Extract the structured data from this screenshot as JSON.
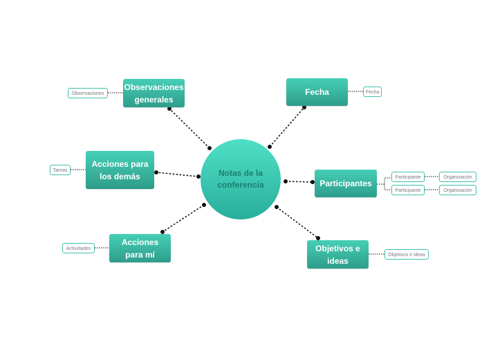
{
  "center": {
    "label": "Notas de la conferencia"
  },
  "topics": {
    "observaciones": {
      "label": "Observaciones generales",
      "leaf": "Observaciones"
    },
    "acciones_demas": {
      "label": "Acciones para los demás",
      "leaf": "Tareas"
    },
    "acciones_mi": {
      "label": "Acciones para mí",
      "leaf": "Actividades"
    },
    "fecha": {
      "label": "Fecha",
      "leaf": "Fecha"
    },
    "participantes": {
      "label": "Participantes",
      "leaves": [
        {
          "participante": "Participante",
          "organizacion": "Organización"
        },
        {
          "participante": "Participante",
          "organizacion": "Organización"
        }
      ]
    },
    "objetivos": {
      "label": "Objetivos e ideas",
      "leaf": "Objetivos e ideas"
    }
  },
  "colors": {
    "topic": "#3bb9a4",
    "center": "#3cc7b2",
    "connector": "#000000"
  }
}
